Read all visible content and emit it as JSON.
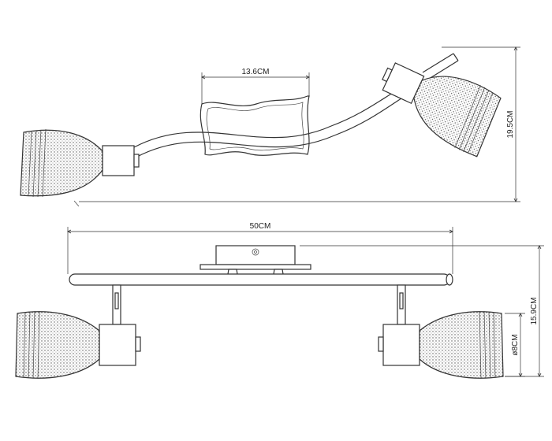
{
  "dimensions": {
    "bracket_width": "13.6CM",
    "side_height": "19.5CM",
    "total_length": "50CM",
    "total_height": "15.9CM",
    "shade_diameter": "ø8CM"
  }
}
